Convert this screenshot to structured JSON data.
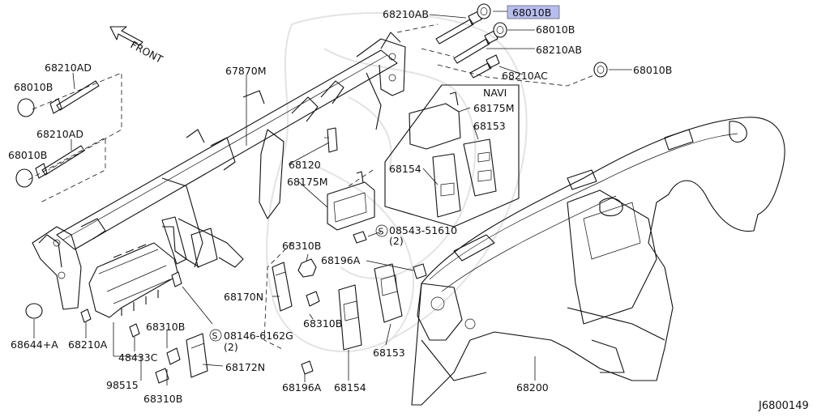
{
  "diagram_id": "J6800149",
  "front_label": "FRONT",
  "navi_label": "NAVI",
  "highlight_color": "#b8bdf0",
  "labels": {
    "l68010B_top": "68010B",
    "l68210AB_top": "68210AB",
    "l68010B_2": "68010B",
    "l68210AB_2": "68210AB",
    "l68210AC": "68210AC",
    "l68010B_3": "68010B",
    "l68210AD_1": "68210AD",
    "l68010B_left1": "68010B",
    "l68210AD_2": "68210AD",
    "l68010B_left2": "68010B",
    "l67870M": "67870M",
    "l68175M_navi": "68175M",
    "l68153_navi": "68153",
    "l68154_navi": "68154",
    "l68120": "68120",
    "l68175M": "68175M",
    "l08543": "08543-51610",
    "l08543_qty": "(2)",
    "l68310B_1": "68310B",
    "l68196A_1": "68196A",
    "l68170N": "68170N",
    "l68310B_2": "68310B",
    "l08146": "08146-6162G",
    "l08146_qty": "(2)",
    "l68310B_3": "68310B",
    "l68172N": "68172N",
    "l68644A": "68644+A",
    "l68210A": "68210A",
    "l48433C": "48433C",
    "l98515": "98515",
    "l68310B_4": "68310B",
    "l68153": "68153",
    "l68154": "68154",
    "l68196A_2": "68196A",
    "l68200": "68200",
    "s_marker": "S"
  }
}
